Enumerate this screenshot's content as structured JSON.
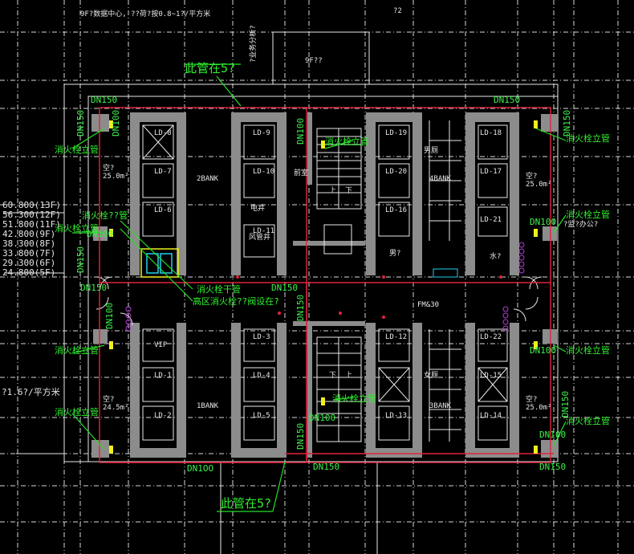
{
  "header": {
    "top_note": "9F?数据中心, ??荷?按0.8~1?/平方米",
    "top_right_mark": "?2",
    "right_note": "9F??",
    "side_note": "?业务分析?"
  },
  "annotations": {
    "pipe_note_top": "此管在5?",
    "pipe_note_bottom": "此管在5?",
    "hydrant_riser": "消火栓立管",
    "main_riser": "消火栓干管",
    "zone_main": "高区消火栓??阀设在?",
    "dry_riser": "消火栓??管",
    "floor_left": "?1.6?/平方米",
    "right_mid": "?监?办公?"
  },
  "pipe_sizes": {
    "dn150": "DN150",
    "dn100": "DN100",
    "dn100_alt": "DN1OO"
  },
  "elevations": [
    "60.800(13F)",
    "56.300(12F)",
    "51.800(11F)",
    "42.800(9F)",
    "38.300(8F)",
    "33.800(7F)",
    "29.300(6F)",
    "24.800(5F)"
  ],
  "rooms": {
    "bank2": "2BANK",
    "bank4": "4BANK",
    "bank1": "1BANK",
    "bank3": "3BANK",
    "vip": "VIP",
    "fireman": "FM&30",
    "stair_up": "上",
    "stair_down": "下",
    "area_a": "25.0m²",
    "area_b": "24.5m²",
    "area_c": "25.0m²",
    "area_d": "25.0m²",
    "room_a": "空?",
    "room_b": "空?",
    "room_c": "空?",
    "room_d": "空?",
    "lobby": "前室",
    "elec": "电井",
    "water": "水?",
    "male": "男?",
    "shaft": "风管井",
    "male_wc": "男厕",
    "female_wc": "女厕"
  },
  "lift_tags": {
    "l1": "LD-8",
    "l2": "LD-7",
    "l3": "LD-6",
    "l4": "LD-9",
    "l5": "LD-10",
    "l6": "LD-11",
    "l7": "LD-19",
    "l8": "LD-20",
    "l9": "LD-21",
    "l10": "LD-18",
    "l11": "LD-17",
    "l12": "LD-16",
    "l13": "LD-1",
    "l14": "LD-2",
    "l15": "LD-3",
    "l16": "LD-4",
    "l17": "LD-5",
    "l18": "LD-12",
    "l19": "LD-13",
    "l20": "LD-14",
    "l21": "LD-15",
    "l22": "LD-22"
  },
  "colors": {
    "background": "#000000",
    "wall": "#8c8c8c",
    "pipe": "#e0243c",
    "annotation": "#2ef02e",
    "grid": "#d8d8d8"
  }
}
